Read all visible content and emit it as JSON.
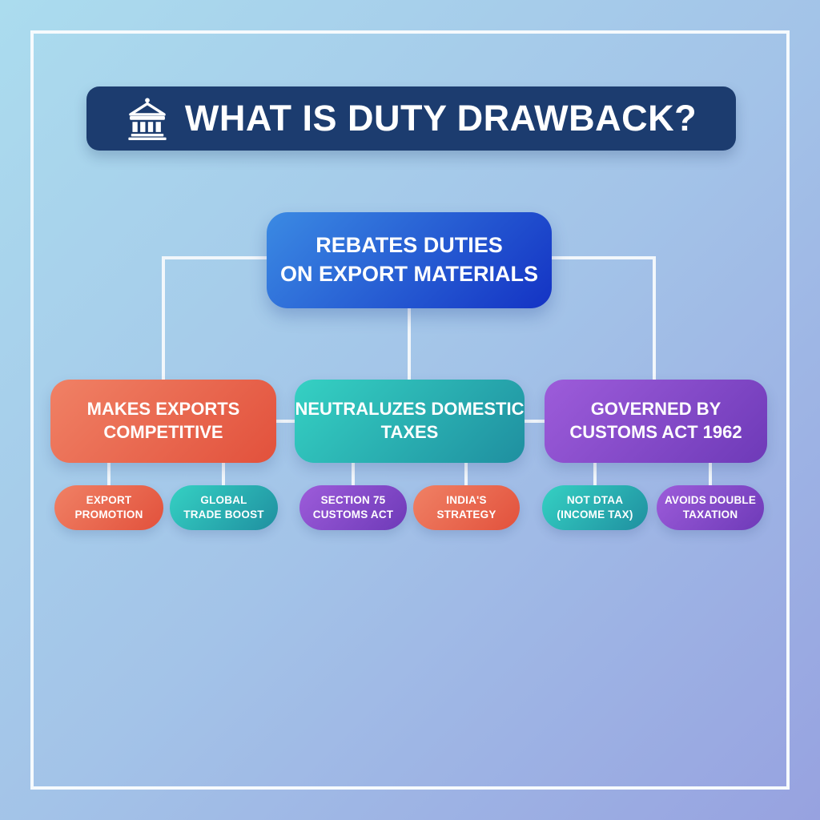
{
  "palette": {
    "bg-start": "#abdcee",
    "bg-end": "#97a2e0",
    "frame": "#f6fafd",
    "banner": "#1c3c6f",
    "connector": "#f2f7fb",
    "text": "#ffffff",
    "blue-start": "#3b8ae3",
    "blue-end": "#1433c4",
    "orange-start": "#f08165",
    "orange-end": "#e2513c",
    "teal-start": "#35d1c3",
    "teal-end": "#1f8fa0",
    "purple-start": "#9d5cda",
    "purple-end": "#6e3ab8"
  },
  "header": {
    "icon": "bank-building",
    "title": "WHAT IS DUTY DRAWBACK?"
  },
  "diagram": {
    "root": {
      "label": "REBATES DUTIES\nON EXPORT MATERIALS",
      "color": "blue"
    },
    "branches": [
      {
        "label": "MAKES EXPORTS\nCOMPETITIVE",
        "color": "orange",
        "children": [
          {
            "label": "EXPORT\nPROMOTION",
            "color": "orange"
          },
          {
            "label": "GLOBAL\nTRADE BOOST",
            "color": "teal"
          }
        ]
      },
      {
        "label": "NEUTRALUZES DOMESTIC\nTAXES",
        "color": "teal",
        "children": [
          {
            "label": "SECTION 75\nCUSTOMS ACT",
            "color": "purple"
          },
          {
            "label": "INDIA'S\nSTRATEGY",
            "color": "orange"
          }
        ]
      },
      {
        "label": "GOVERNED BY\nCUSTOMS ACT 1962",
        "color": "purple",
        "children": [
          {
            "label": "NOT DTAA\n(INCOME TAX)",
            "color": "teal"
          },
          {
            "label": "AVOIDS DOUBLE\nTAXATION",
            "color": "purple"
          }
        ]
      }
    ]
  }
}
